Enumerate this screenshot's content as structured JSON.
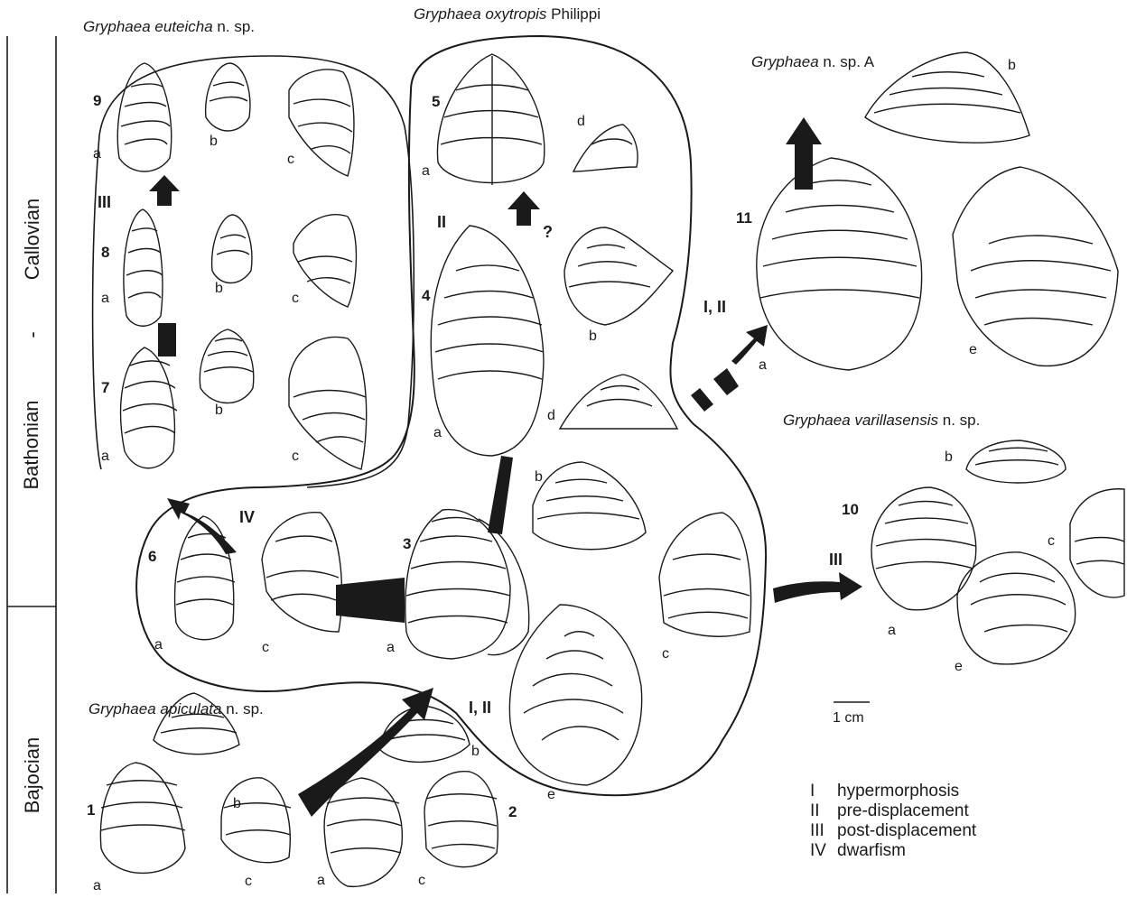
{
  "stages": {
    "callovian": "Callovian",
    "dash": "-",
    "bathonian": "Bathonian",
    "bajocian": "Bajocian"
  },
  "species": {
    "euteicha": {
      "genus": "Gryphaea",
      "epithet": "euteicha",
      "suffix": "n. sp."
    },
    "oxytropis": {
      "genus": "Gryphaea",
      "epithet": "oxytropis",
      "suffix": "Philippi"
    },
    "nspA": {
      "genus": "Gryphaea",
      "epithet": "",
      "suffix": "n. sp. A"
    },
    "varillasensis": {
      "genus": "Gryphaea",
      "epithet": "varillasensis",
      "suffix": "n. sp."
    },
    "apiculata": {
      "genus": "Gryphaea",
      "epithet": "apiculata",
      "suffix": "n. sp."
    }
  },
  "numbers": [
    "1",
    "2",
    "3",
    "4",
    "5",
    "6",
    "7",
    "8",
    "9",
    "10",
    "11"
  ],
  "letters": {
    "a": "a",
    "b": "b",
    "c": "c",
    "d": "d",
    "e": "e"
  },
  "roman": {
    "i_ii": "I, II",
    "ii": "II",
    "iii": "III",
    "iv": "IV",
    "q": "?"
  },
  "scale_bar": "1 cm",
  "legend": [
    {
      "code": "I",
      "text": "hypermorphosis"
    },
    {
      "code": "II",
      "text": "pre-displacement"
    },
    {
      "code": "III",
      "text": "post-displacement"
    },
    {
      "code": "IV",
      "text": "dwarfism"
    }
  ],
  "colors": {
    "ink": "#1a1a1a",
    "background": "#ffffff"
  }
}
